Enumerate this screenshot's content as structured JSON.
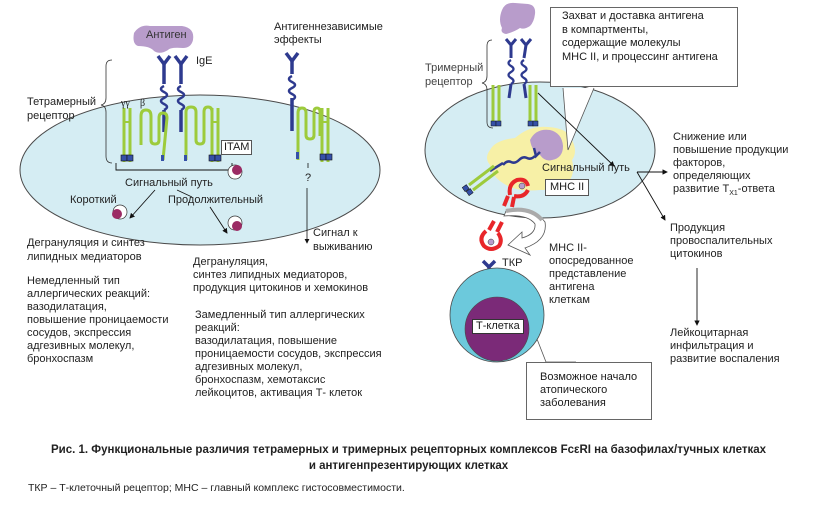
{
  "figure": {
    "left_panel": {
      "antigen": "Антиген",
      "ige": "IgE",
      "independent_effects": [
        "Антигеннезависимые",
        "эффекты"
      ],
      "tetrameric_receptor": [
        "Тетрамерный",
        "рецептор"
      ],
      "gamma_gamma": "γγ",
      "beta": "β",
      "itam": "ITAM",
      "signal_path": "Сигнальный путь",
      "short": "Короткий",
      "prolonged": "Продолжительный",
      "question": "?",
      "survival_signal": [
        "Сигнал к",
        "выживанию"
      ],
      "degranulation_short": [
        "Дегрануляция и синтез",
        "липидных медиаторов"
      ],
      "immediate_reaction": [
        "Немедленный тип",
        "аллергических реакций:",
        "вазодилатация,",
        "повышение проницаемости",
        "сосудов, экспрессия",
        "адгезивных молекул,",
        "бронхоспазм"
      ],
      "degranulation_long": [
        "Дегрануляция,",
        "синтез липидных медиаторов,",
        "продукция цитокинов и хемокинов"
      ],
      "delayed_reaction": [
        "Замедленный тип аллергических",
        "реакций:",
        "вазодилатация, повышение",
        "проницаемости сосудов, экспрессия",
        "адгезивных молекул,",
        "бронхоспазм, хемотаксис",
        "лейкоцитов, активация Т- клеток"
      ]
    },
    "right_panel": {
      "trimeric_receptor": [
        "Тримерный",
        "рецептор"
      ],
      "capture_box": [
        "Захват и доставка антигена",
        "в компартменты,",
        "содержащие молекулы",
        "МНС II, и процессинг антигена"
      ],
      "signal_path": "Сигнальный путь",
      "mhc2": "МНС II",
      "tcr": "ТКР",
      "mhc_presentation": [
        "МНС II-",
        "опосредованное",
        "представление",
        "антигена",
        "клеткам"
      ],
      "t_cell": "Т-клетка",
      "atopic_box": [
        "Возможное начало",
        "атопического",
        "заболевания"
      ],
      "decrease_increase": [
        "Снижение или",
        "повышение продукции",
        "факторов,",
        "определяющих"
      ],
      "th1_prefix": "развитие Т",
      "th1_sub": "Х1",
      "th1_suffix": "-ответа",
      "proinflammatory": [
        "Продукция",
        "провоспалительных",
        "цитокинов"
      ],
      "leukocyte": [
        "Лейкоцитарная",
        "инфильтрация и",
        "развитие воспаления"
      ]
    },
    "caption": {
      "line1": "Рис. 1. Функциональные различия тетрамерных и тримерных рецепторных комплексов FcεRI на базофилах/тучных клетках",
      "line2": "и антигенпрезентирующих клетках"
    },
    "footnote": "ТКР – Т-клеточный рецептор; МНС – главный комплекс гистосовместимости.",
    "colors": {
      "cell": "#d5edf3",
      "cell_border": "#4a4a4a",
      "green_chain": "#9dcb3c",
      "blue_chain": "#2e3a8f",
      "itam_blue": "#3550a8",
      "antigen": "#b89ccb",
      "granule": "#9b2b64",
      "endosome": "#f7f0a6",
      "mhc_red": "#e8262a",
      "t_cell_outer": "#6cc9dc",
      "t_cell_inner": "#7b2a78"
    }
  }
}
